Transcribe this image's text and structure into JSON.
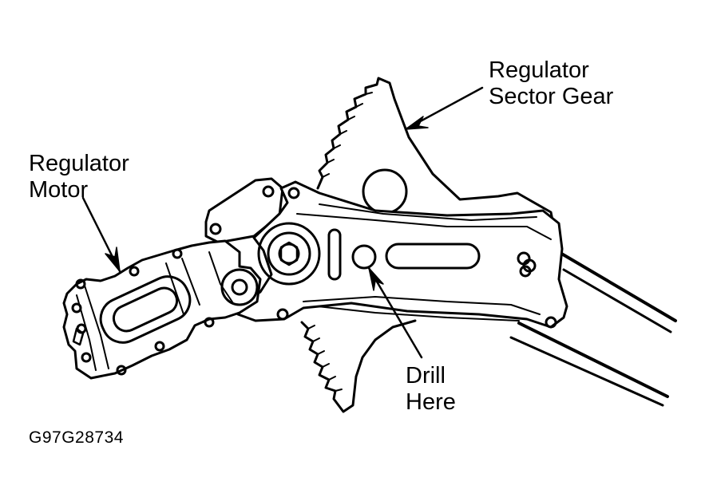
{
  "labels": {
    "sector_gear": [
      "Regulator",
      "Sector Gear"
    ],
    "motor": [
      "Regulator",
      "Motor"
    ],
    "drill": [
      "Drill",
      "Here"
    ]
  },
  "figure_id": "G97G28734",
  "colors": {
    "ink": "#000000",
    "paper": "#ffffff"
  }
}
